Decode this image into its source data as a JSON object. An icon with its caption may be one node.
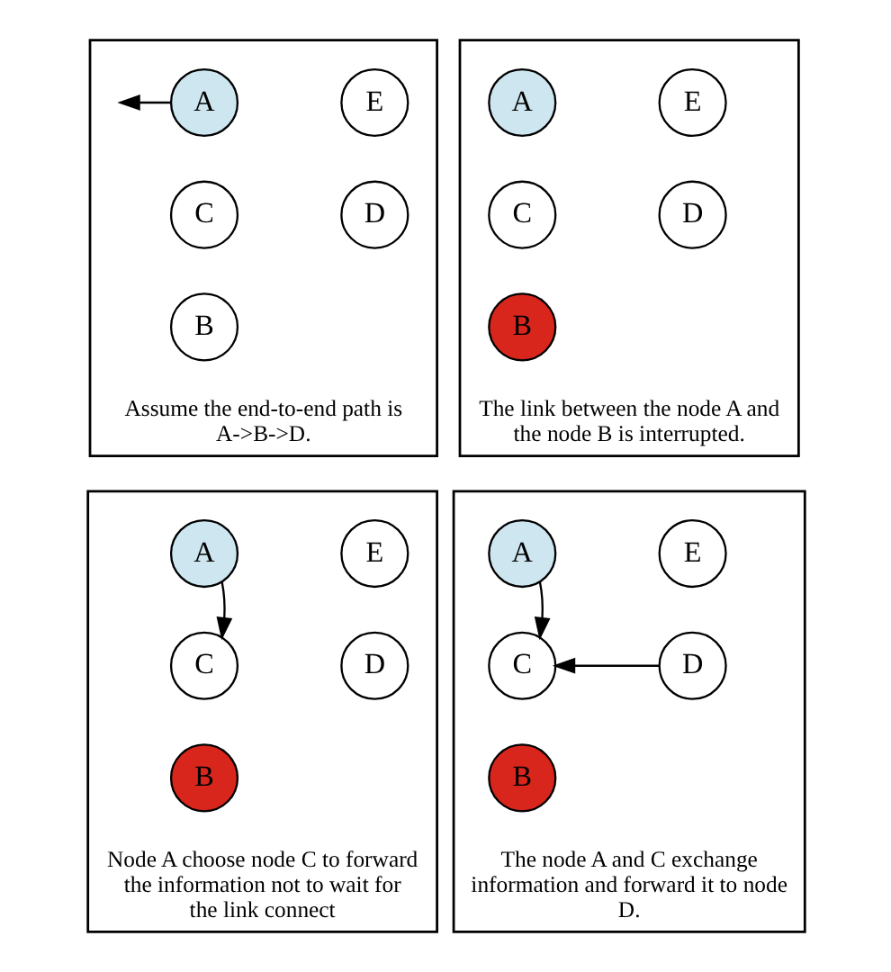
{
  "diagram": {
    "nodes": [
      {
        "text": [
          "Assume the end-to-end path is A->B->D."
        ]
      },
      {
        "text": [
          "A"
        ],
        "in": 0
      },
      {
        "text": [
          "B"
        ],
        "in": 0
      },
      {
        "text": [
          "C"
        ],
        "in": 0
      },
      {
        "text": [
          "D"
        ],
        "in": 0
      },
      {
        "text": [
          "E"
        ],
        "in": 0
      },
      {
        "text": [
          "The link between the node A and the node B is interrupted."
        ]
      },
      {
        "text": [
          "A"
        ],
        "in": 6
      },
      {
        "text": [
          "B"
        ],
        "in": 6
      },
      {
        "text": [
          "C"
        ],
        "in": 6
      },
      {
        "text": [
          "D"
        ],
        "in": 6
      },
      {
        "text": [
          "E"
        ],
        "in": 6
      },
      {
        "text": [
          "Node A choose node C to forward the information not to wait for the link connect"
        ]
      },
      {
        "text": [
          "A"
        ],
        "in": 12
      },
      {
        "text": [
          "B"
        ],
        "in": 12
      },
      {
        "text": [
          "C"
        ],
        "in": 12
      },
      {
        "text": [
          "D"
        ],
        "in": 12
      },
      {
        "text": [
          "E"
        ],
        "in": 12
      },
      {
        "text": [
          "The node A and C exchange information and forward it to node D."
        ]
      },
      {
        "text": [
          "A"
        ],
        "in": 18
      },
      {
        "text": [
          "B"
        ],
        "in": 18
      },
      {
        "text": [
          "C"
        ],
        "in": 18
      },
      {
        "text": [
          "D"
        ],
        "in": 18
      },
      {
        "text": [
          "E"
        ],
        "in": 18
      }
    ],
    "edges": [
      {
        "from": 1,
        "to": null,
        "arrow": "to"
      },
      {
        "from": 13,
        "to": 15,
        "arrow": "to"
      },
      {
        "from": 19,
        "to": 21,
        "arrow": "to"
      },
      {
        "from": 22,
        "to": 21,
        "arrow": "to"
      }
    ]
  }
}
